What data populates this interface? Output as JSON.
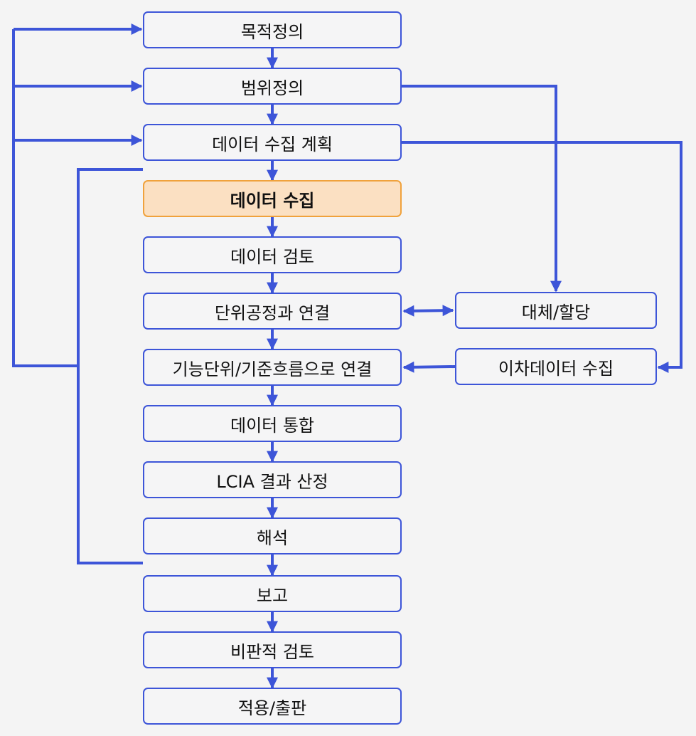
{
  "colors": {
    "line": "#3d55d8",
    "box_fill": "#f5f5f6",
    "active_fill": "#fbe0c2",
    "active_border": "#f0a23c",
    "background": "#f4f4f4"
  },
  "steps": [
    "목적정의",
    "범위정의",
    "데이터 수집 계획",
    "데이터 수집",
    "데이터 검토",
    "단위공정과 연결",
    "기능단위/기준흐름으로 연결",
    "데이터 통합",
    "LCIA 결과 산정",
    "해석",
    "보고",
    "비판적 검토",
    "적용/출판"
  ],
  "active_step": "데이터 수집",
  "side_steps": [
    "대체/할당",
    "이차데이터 수집"
  ]
}
